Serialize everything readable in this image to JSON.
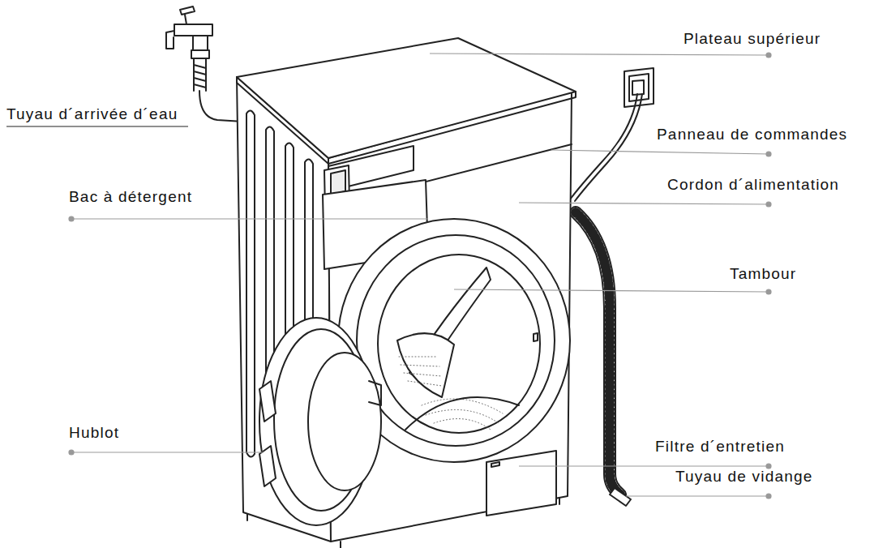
{
  "diagram": {
    "labels": [
      "Tuyau d´arrivée d´eau",
      "Plateau supérieur",
      "Panneau de commandes",
      "Cordon d´alimentation",
      "Bac à détergent",
      "Tambour",
      "Hublot",
      "Filtre d´entretien",
      "Tuyau de vidange"
    ]
  }
}
